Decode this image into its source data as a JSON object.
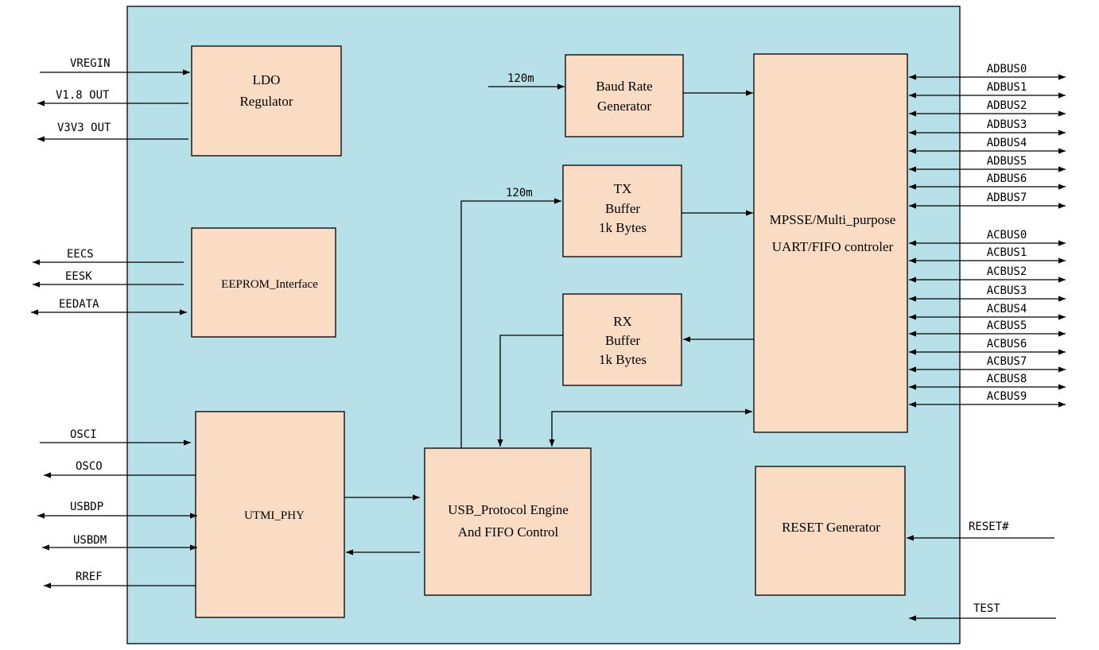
{
  "blocks": {
    "ldo": [
      "LDO",
      "Regulator"
    ],
    "eeprom": [
      "EEPROM_Interface"
    ],
    "utmi": [
      "UTMI_PHY"
    ],
    "usb": [
      "USB_Protocol Engine",
      "And FIFO Control"
    ],
    "baud": [
      "Baud Rate",
      "Generator"
    ],
    "tx": [
      "TX",
      "Buffer",
      "1k Bytes"
    ],
    "rx": [
      "RX",
      "Buffer",
      "1k Bytes"
    ],
    "mpsse": [
      "MPSSE/Multi_purpose",
      "UART/FIFO controler"
    ],
    "reset": [
      "RESET Generator"
    ]
  },
  "left_pins": {
    "vregin": "VREGIN",
    "v18out": "V1.8 OUT",
    "v3v3out": "V3V3 OUT",
    "eecs": "EECS",
    "eesk": "EESK",
    "eedata": "EEDATA",
    "osci": "OSCI",
    "osco": "OSCO",
    "usbdp": "USBDP",
    "usbdm": "USBDM",
    "rref": "RREF"
  },
  "internal_labels": {
    "clk_baud": "120m",
    "clk_tx": "120m"
  },
  "adbus": [
    "ADBUS0",
    "ADBUS1",
    "ADBUS2",
    "ADBUS3",
    "ADBUS4",
    "ADBUS5",
    "ADBUS6",
    "ADBUS7"
  ],
  "acbus": [
    "ACBUS0",
    "ACBUS1",
    "ACBUS2",
    "ACBUS3",
    "ACBUS4",
    "ACBUS5",
    "ACBUS6",
    "ACBUS7",
    "ACBUS8",
    "ACBUS9"
  ],
  "right_pins": {
    "reset": "RESET#",
    "test": "TEST"
  },
  "colors": {
    "chip_fill": "#b8e0e8",
    "block_fill": "#fadbc3",
    "line": "#000000"
  }
}
